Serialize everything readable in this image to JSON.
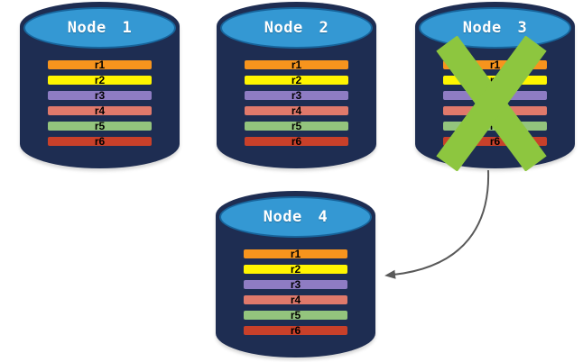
{
  "nodes": [
    {
      "id": "node-1",
      "label": "Node 1",
      "failed": false,
      "records": [
        "r1",
        "r2",
        "r3",
        "r4",
        "r5",
        "r6"
      ]
    },
    {
      "id": "node-2",
      "label": "Node 2",
      "failed": false,
      "records": [
        "r1",
        "r2",
        "r3",
        "r4",
        "r5",
        "r6"
      ]
    },
    {
      "id": "node-3",
      "label": "Node 3",
      "failed": true,
      "records": [
        "r1",
        "r2",
        "r3",
        "r4",
        "r5",
        "r6"
      ]
    },
    {
      "id": "node-4",
      "label": "Node 4",
      "failed": false,
      "records": [
        "r1",
        "r2",
        "r3",
        "r4",
        "r5",
        "r6"
      ]
    }
  ],
  "record_colors": {
    "r1": "#F7941D",
    "r2": "#FFF500",
    "r3": "#8E7CC3",
    "r4": "#E0796B",
    "r5": "#93C47D",
    "r6": "#C8402A"
  },
  "colors": {
    "cylinder_body": "#1E2D52",
    "cylinder_top": "#3498D3",
    "cylinder_top_border": "#17649B",
    "failure_x": "#8DC63F",
    "arrow": "#595959",
    "record_text": "#000000",
    "node_label_text": "#FFFFFF"
  }
}
